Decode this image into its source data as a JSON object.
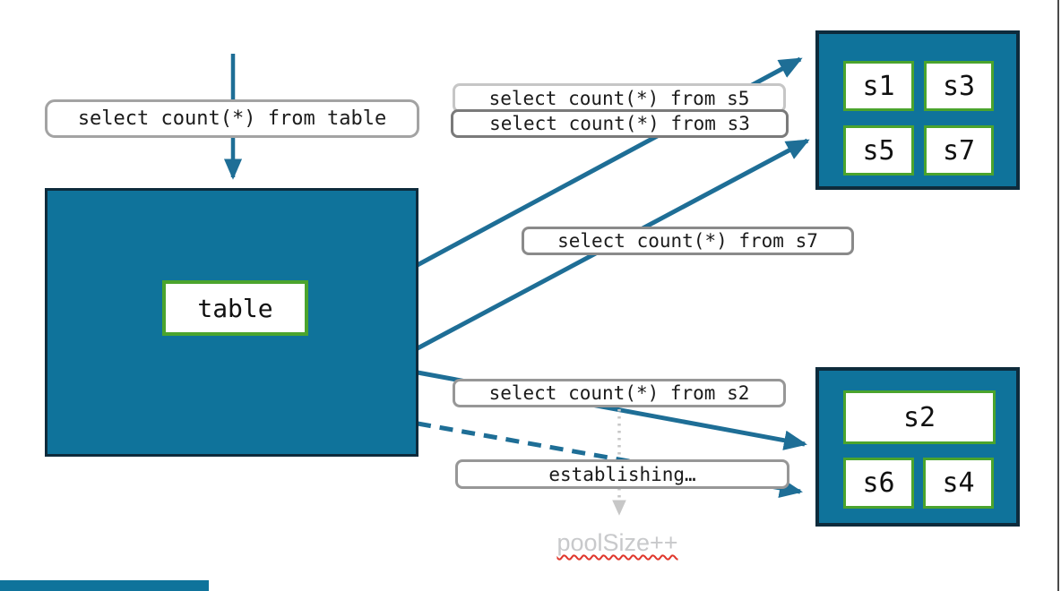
{
  "table": {
    "name": "table",
    "query": "select count(*) from table"
  },
  "queries": {
    "s5": "select count(*) from s5",
    "s3": "select count(*) from s3",
    "s7": "select count(*) from s7",
    "s2": "select count(*) from s2"
  },
  "status_label": "establishing…",
  "pool_note": "poolSize++",
  "shard_pool_top": {
    "cells": [
      "s1",
      "s3",
      "s5",
      "s7"
    ]
  },
  "shard_pool_bottom": {
    "cells": [
      "s2",
      "s6",
      "s4"
    ]
  },
  "colors": {
    "teal_fill": "#0F739B",
    "dark_box_border": "#0E2B3C",
    "green_cell_border": "#4BA42D",
    "arrow_blue": "#1E6E96",
    "label_border_gray": "#979797",
    "muted_note_gray": "#C8C9CB",
    "dotted_arrow_gray": "#C7C7C7",
    "squiggle_red": "#E0372C"
  }
}
